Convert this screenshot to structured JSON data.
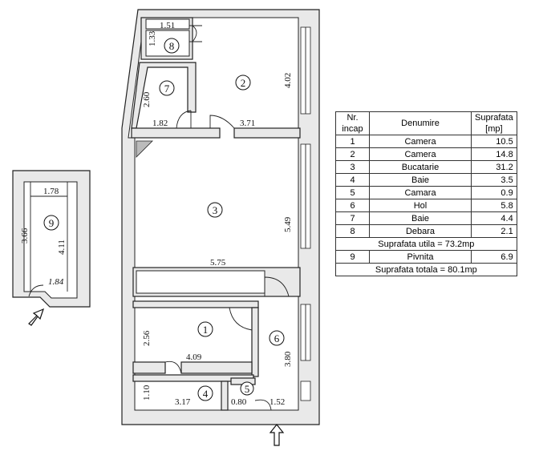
{
  "plan": {
    "rooms": [
      {
        "nr": "1",
        "area_label": "2.56",
        "width_label": "4.09"
      },
      {
        "nr": "2",
        "area_label": "4.02",
        "width_label": "3.71"
      },
      {
        "nr": "3",
        "area_label": "5.49",
        "width_label": "5.75"
      },
      {
        "nr": "4",
        "area_label": "1.10",
        "width_label": "3.17"
      },
      {
        "nr": "5",
        "area_label": "1.52",
        "width_label": "0.80"
      },
      {
        "nr": "6",
        "area_label": "3.80"
      },
      {
        "nr": "7",
        "area_label": "2.60",
        "width_label": "1.82"
      },
      {
        "nr": "8",
        "area_label": "1.33",
        "width_label": "1.51"
      },
      {
        "nr": "9",
        "area_label": "3.66",
        "width_label": "1.78",
        "extra_label": "4.11",
        "diag_label": "1.84"
      }
    ]
  },
  "legend": {
    "headers": {
      "nr": "Nr.\nincap",
      "name": "Denumire",
      "area": "Suprafata\n[mp]"
    },
    "rows": [
      {
        "nr": "1",
        "name": "Camera",
        "area": "10.5"
      },
      {
        "nr": "2",
        "name": "Camera",
        "area": "14.8"
      },
      {
        "nr": "3",
        "name": "Bucatarie",
        "area": "31.2"
      },
      {
        "nr": "4",
        "name": "Baie",
        "area": "3.5"
      },
      {
        "nr": "5",
        "name": "Camara",
        "area": "0.9"
      },
      {
        "nr": "6",
        "name": "Hol",
        "area": "5.8"
      },
      {
        "nr": "7",
        "name": "Baie",
        "area": "4.4"
      },
      {
        "nr": "8",
        "name": "Debara",
        "area": "2.1"
      }
    ],
    "subtotal": "Suprafata utila = 73.2mp",
    "cellar": {
      "nr": "9",
      "name": "Pivnita",
      "area": "6.9"
    },
    "total": "Suprafata totala = 80.1mp"
  }
}
